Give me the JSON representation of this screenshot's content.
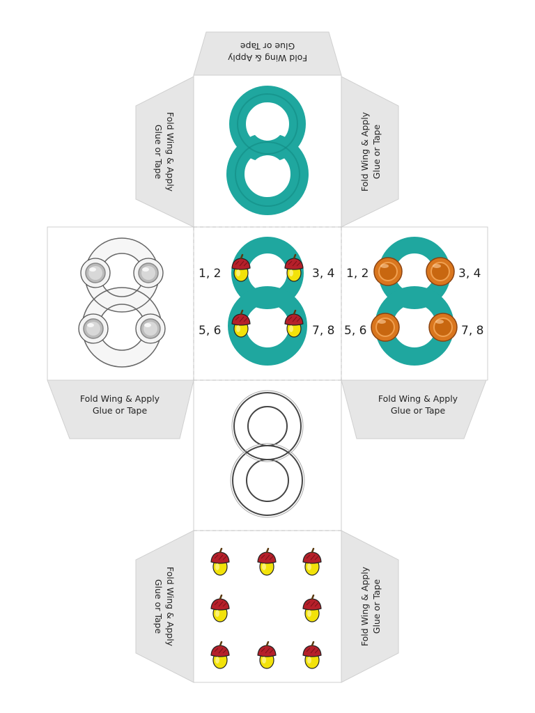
{
  "wing_text": {
    "line1": "Fold Wing & Apply",
    "line2": "Glue or Tape"
  },
  "counting_labels": {
    "top_left": "1, 2",
    "top_right": "3, 4",
    "bottom_left": "5, 6",
    "bottom_right": "7, 8"
  },
  "digit": "8",
  "colors": {
    "teal": "#1fa79f",
    "orange": "#d9761e",
    "acorn_cap": "#b5202a",
    "acorn_nut": "#f2e20a",
    "wing_fill": "#e6e6e6",
    "outline": "#cfcfcf"
  },
  "icons": {
    "counter": "acorn-icon",
    "ring": "orange-ring-icon",
    "silver_ring": "silver-ring-icon"
  }
}
